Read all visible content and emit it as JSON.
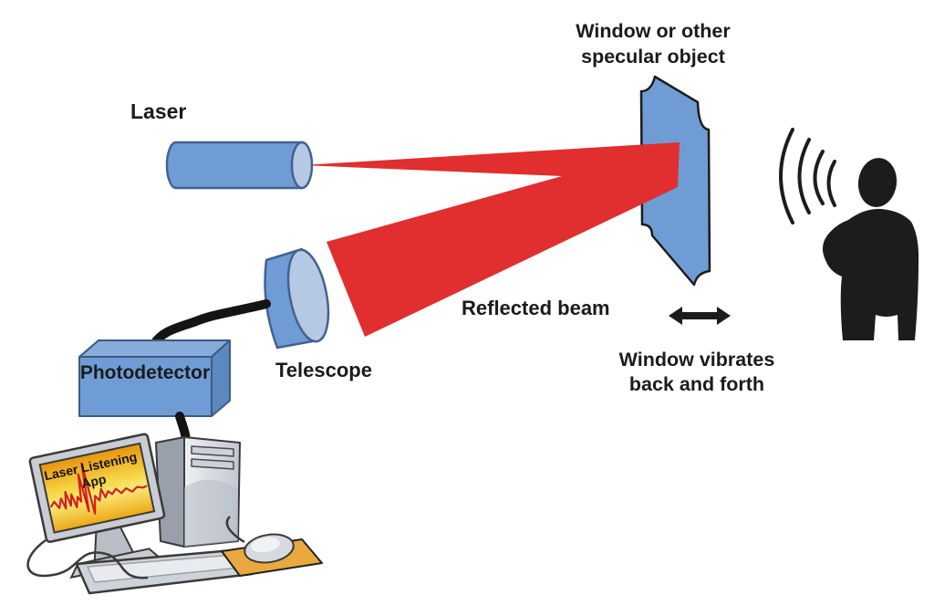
{
  "labels": {
    "specular_line1": "Window or other",
    "specular_line2": "specular object",
    "laser": "Laser",
    "reflected_beam": "Reflected beam",
    "telescope": "Telescope",
    "photodetector": "Photodetector",
    "vibrates_line1": "Window vibrates",
    "vibrates_line2": "back and forth",
    "app_line1": "Laser Listening",
    "app_line2": "App"
  },
  "icons": {
    "vibration_arrow": "double-arrow-icon",
    "sound_waves": "sound-waves-icon",
    "person": "person-silhouette",
    "laser_beam": "laser-beam-shape"
  },
  "colors": {
    "beam_red": "#e12e2e",
    "device_blue": "#6f9cd4",
    "device_blue_light": "#b5c8e4",
    "device_blue_dark": "#5d88bf",
    "device_blue_top": "#87acd9",
    "outline_dark": "#1c1c1c",
    "device_outline_blue": "#44628e",
    "silhouette_black": "#1c1c1c",
    "mousepad_orange": "#e9a93f",
    "screen_orange": "#e8940e",
    "screen_yellow": "#f9ea7a",
    "waveform_red": "#d31f1f",
    "computer_gray": "#c8ccd3"
  }
}
